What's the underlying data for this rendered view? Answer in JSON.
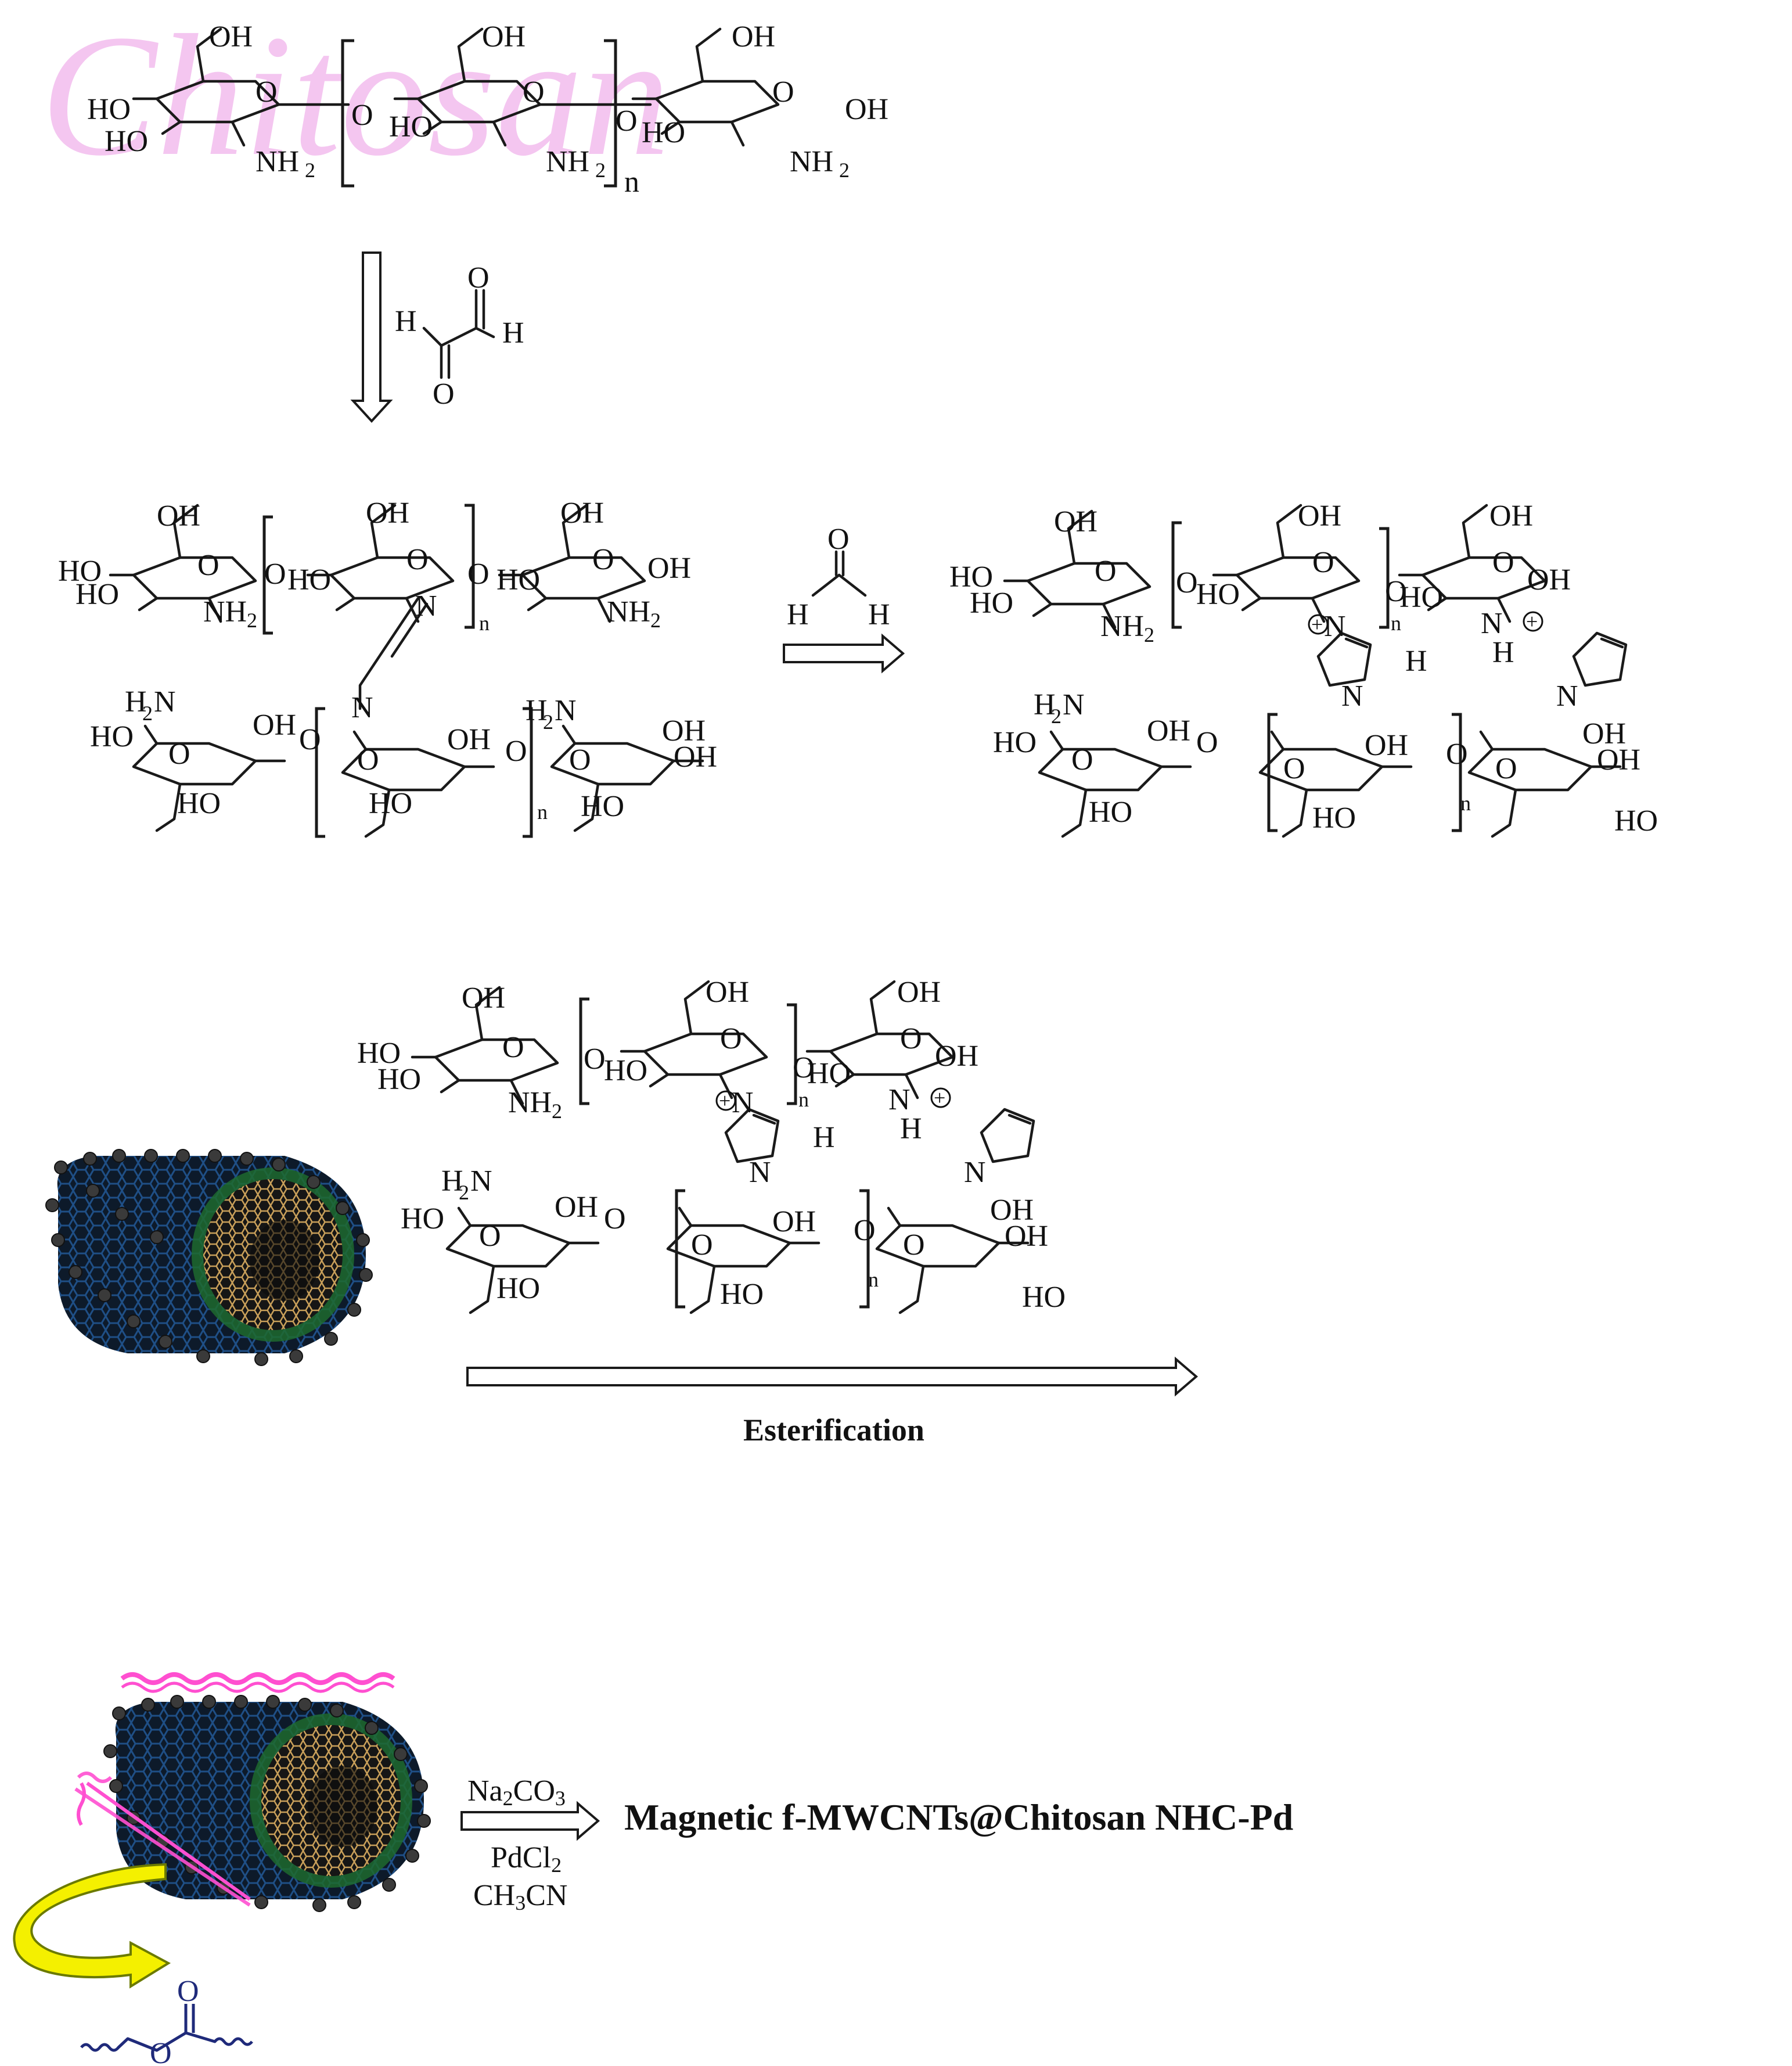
{
  "scheme": {
    "watermark": "Chitosan",
    "colors": {
      "watermark": "#f4c6f0",
      "tube_outer": "#1f4f86",
      "tube_mid": "#2a7a3a",
      "tube_inner": "#c9a05a",
      "dot": "#3a3a3a",
      "wave": "#ff4fd0",
      "curved_arrow": "#f4f000",
      "ester_chain": "#1f2a7a"
    },
    "labels": {
      "OH": "OH",
      "HO": "HO",
      "O": "O",
      "N": "N",
      "NH2": "NH",
      "sub2": "2",
      "H2N": "H",
      "H2N_tail": "N",
      "n": "n",
      "H": "H",
      "plus": "+"
    },
    "reagent_glyoxal": {
      "left_H": "H",
      "right_H": "H",
      "o_top": "O",
      "o_bottom": "O"
    },
    "reagent_formaldehyde": {
      "o": "O",
      "h_left": "H",
      "h_right": "H"
    },
    "esterification_label": "Esterification",
    "final_reagents": {
      "r1": "Na",
      "r1_sub": "2",
      "r1_b": "CO",
      "r1_sub2": "3",
      "r2": "PdCl",
      "r2_sub": "2",
      "r3": "CH",
      "r3_sub": "3",
      "r3_b": "CN"
    },
    "product_label": "Magnetic f-MWCNTs@Chitosan NHC-Pd",
    "ester_o_top": "O",
    "ester_o_mid": "O"
  }
}
